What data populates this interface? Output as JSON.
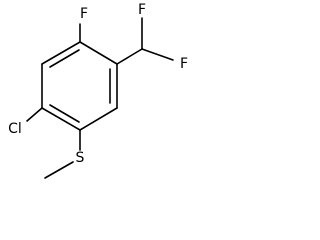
{
  "molecule": {
    "atom_labels": {
      "f_ring": "F",
      "f_chf2_right": "F",
      "f_chf2_lower": "F",
      "cl": "Cl",
      "s": "S"
    }
  }
}
